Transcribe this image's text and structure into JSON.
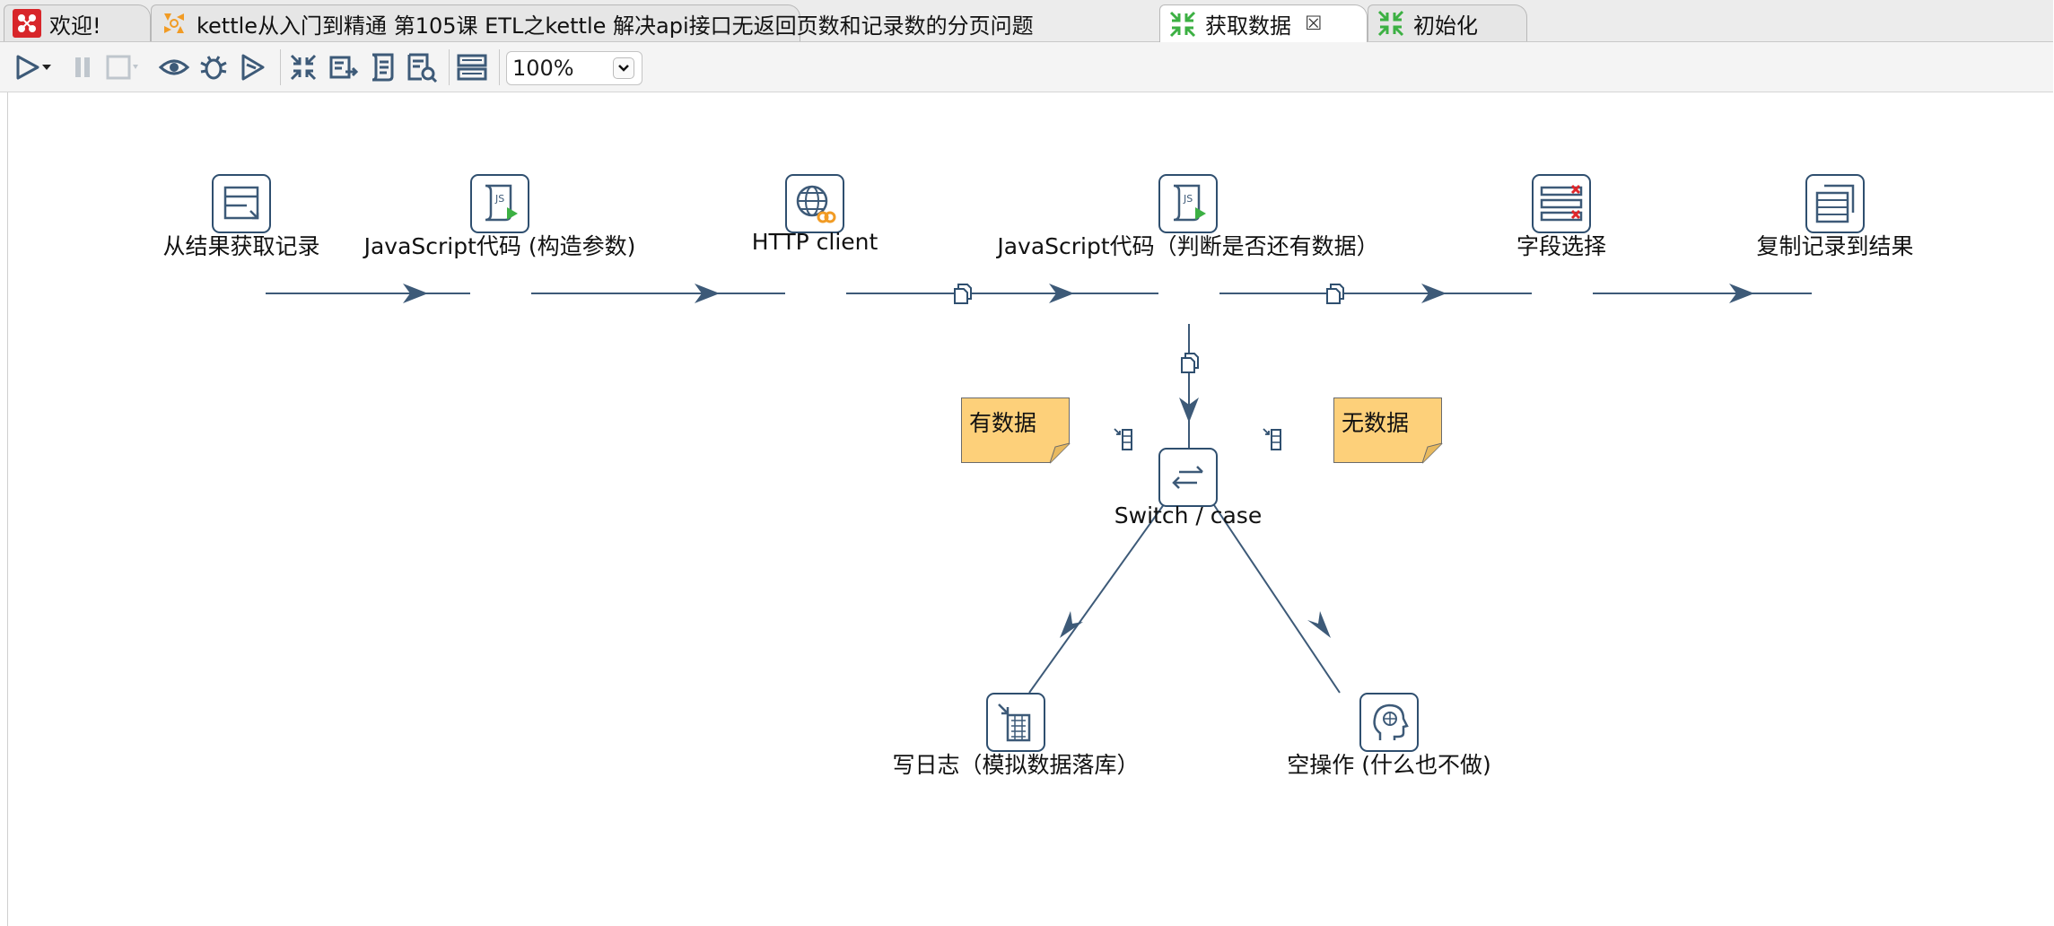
{
  "tabs": [
    {
      "label": "欢迎!",
      "icon": "spoon-logo-icon",
      "active": false
    },
    {
      "label": "kettle从入门到精通 第105课 ETL之kettle 解决api接口无返回页数和记录数的分页问题",
      "icon": "job-icon",
      "active": false
    },
    {
      "label": "获取数据",
      "icon": "transformation-icon",
      "active": true,
      "close": "⮽"
    },
    {
      "label": "初始化",
      "icon": "transformation-icon",
      "active": false
    }
  ],
  "toolbar": {
    "zoom_value": "100%",
    "buttons": [
      "run-icon",
      "dropdown-icon",
      "pause-icon",
      "stop-icon",
      "preview-icon",
      "debug-icon",
      "replay-icon",
      "verify-icon",
      "impact-icon",
      "sql-icon",
      "explore-db-icon",
      "show-results-icon"
    ]
  },
  "steps": [
    {
      "id": "get-rows",
      "label": "从结果获取记录",
      "icon": "get-rows-from-result-icon"
    },
    {
      "id": "js-build",
      "label": "JavaScript代码 (构造参数)",
      "icon": "javascript-icon"
    },
    {
      "id": "http",
      "label": "HTTP client",
      "icon": "http-client-icon"
    },
    {
      "id": "js-check",
      "label": "JavaScript代码（判断是否还有数据）",
      "icon": "javascript-icon"
    },
    {
      "id": "select",
      "label": "字段选择",
      "icon": "select-values-icon"
    },
    {
      "id": "copy",
      "label": "复制记录到结果",
      "icon": "copy-rows-to-result-icon"
    },
    {
      "id": "switch",
      "label": "Switch / case",
      "icon": "switch-case-icon"
    },
    {
      "id": "log",
      "label": "写日志（模拟数据落库）",
      "icon": "write-to-log-icon"
    },
    {
      "id": "dummy",
      "label": "空操作 (什么也不做)",
      "icon": "dummy-icon"
    }
  ],
  "notes": [
    {
      "text": "有数据"
    },
    {
      "text": "无数据"
    }
  ],
  "colors": {
    "hop": "#3d5a78",
    "note": "#fdd07a",
    "step_border": "#2f4f6f",
    "run_green": "#3cb043",
    "kettle_orange": "#f19b24"
  }
}
